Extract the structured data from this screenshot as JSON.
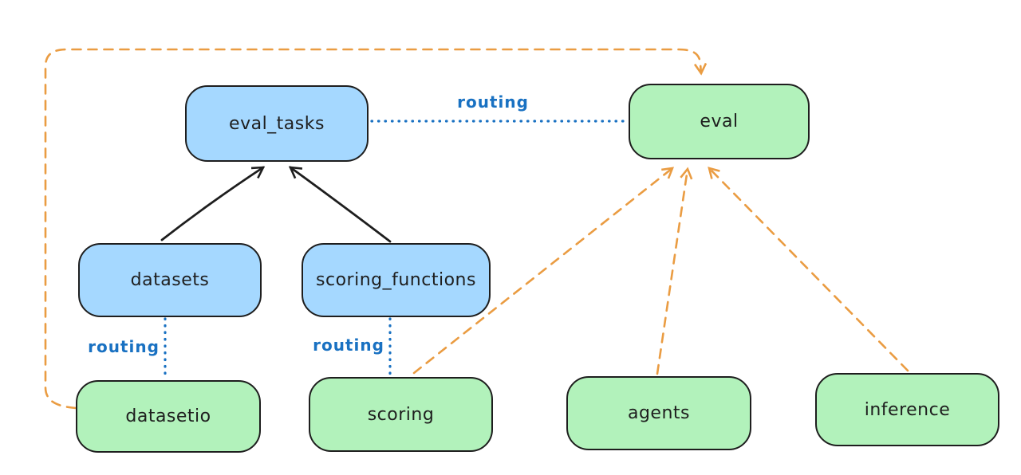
{
  "colors": {
    "blue-fill": "#a5d8ff",
    "green-fill": "#b2f2bb",
    "stroke": "#1e1e1e",
    "routing-blue": "#1971c2",
    "orange": "#ea9c42",
    "bg": "#ffffff"
  },
  "nodes": [
    {
      "id": "eval_tasks",
      "label": "eval_tasks",
      "fill": "blue"
    },
    {
      "id": "eval",
      "label": "eval",
      "fill": "green"
    },
    {
      "id": "datasets",
      "label": "datasets",
      "fill": "blue"
    },
    {
      "id": "scoring_functions",
      "label": "scoring_functions",
      "fill": "blue"
    },
    {
      "id": "datasetio",
      "label": "datasetio",
      "fill": "green"
    },
    {
      "id": "scoring",
      "label": "scoring",
      "fill": "green"
    },
    {
      "id": "agents",
      "label": "agents",
      "fill": "green"
    },
    {
      "id": "inference",
      "label": "inference",
      "fill": "green"
    }
  ],
  "edges": [
    {
      "from": "datasets",
      "to": "eval_tasks",
      "style": "solid-black-arrow",
      "label": ""
    },
    {
      "from": "scoring_functions",
      "to": "eval_tasks",
      "style": "solid-black-arrow",
      "label": ""
    },
    {
      "from": "eval_tasks",
      "to": "eval",
      "style": "dotted-blue",
      "label": "routing"
    },
    {
      "from": "datasets",
      "to": "datasetio",
      "style": "dotted-blue",
      "label": "routing"
    },
    {
      "from": "scoring_functions",
      "to": "scoring",
      "style": "dotted-blue",
      "label": "routing"
    },
    {
      "from": "datasetio",
      "to": "eval",
      "style": "dashed-orange-arrow",
      "label": ""
    },
    {
      "from": "scoring",
      "to": "eval",
      "style": "dashed-orange-arrow",
      "label": ""
    },
    {
      "from": "agents",
      "to": "eval",
      "style": "dashed-orange-arrow",
      "label": ""
    },
    {
      "from": "inference",
      "to": "eval",
      "style": "dashed-orange-arrow",
      "label": ""
    }
  ]
}
